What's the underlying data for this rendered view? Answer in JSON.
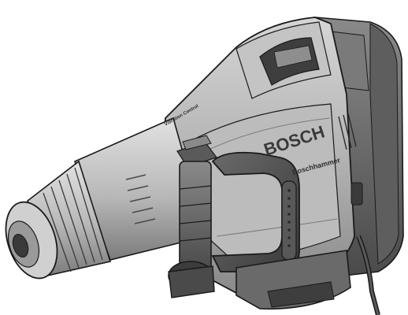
{
  "image": {
    "subject": "demolition-hammer-product-illustration",
    "brand_text": "BOSCH",
    "product_text": "Boschhammer",
    "nose_text": "Vibration Control",
    "colors": {
      "background": "#ffffff",
      "body_light": "#c9c9c9",
      "body_mid": "#a8a8a8",
      "body_dark": "#6e6e6e",
      "outline": "#1a1a1a",
      "handle": "#4a4a4a"
    }
  }
}
